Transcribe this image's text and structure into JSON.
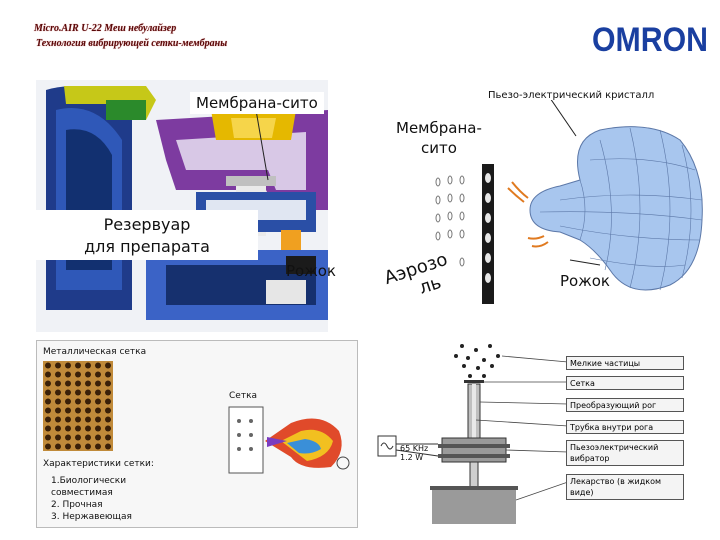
{
  "header": {
    "line1": "Micro.AIR U-22 Меш небулайзер",
    "line2": "Технология вибрирующей сетки-мембраны"
  },
  "brand": {
    "logo_text": "OMRON",
    "color": "#1a3fa0"
  },
  "left_diagram": {
    "membrane_label": "Мембрана-сито",
    "reservoir_label_1": "Резервуар",
    "reservoir_label_2": "для препарата",
    "horn_label": "Рожок"
  },
  "right_diagram": {
    "crystal_label": "Пьезо-электрический кристалл",
    "membrane_label_1": "Мембрана-",
    "membrane_label_2": "сито",
    "aerosol_label_1": "Аэрозо",
    "aerosol_label_2": "ль",
    "horn_label": "Рожок"
  },
  "mesh_panel": {
    "title": "Металлическая сетка",
    "mesh_label": "Сетка",
    "chars_title": "Характеристики сетки:",
    "chars": [
      "1.Биологически",
      "совместимая",
      "2. Прочная",
      "3. Нержавеющая"
    ]
  },
  "schematic": {
    "freq_1": "65 KHz",
    "freq_2": "1.2 W",
    "labels": [
      "Мелкие частицы",
      "Сетка",
      "Преобразующий рог",
      "Трубка внутри рога",
      "Пьезоэлектрический вибратор",
      "Лекарство (в жидком виде)"
    ]
  }
}
